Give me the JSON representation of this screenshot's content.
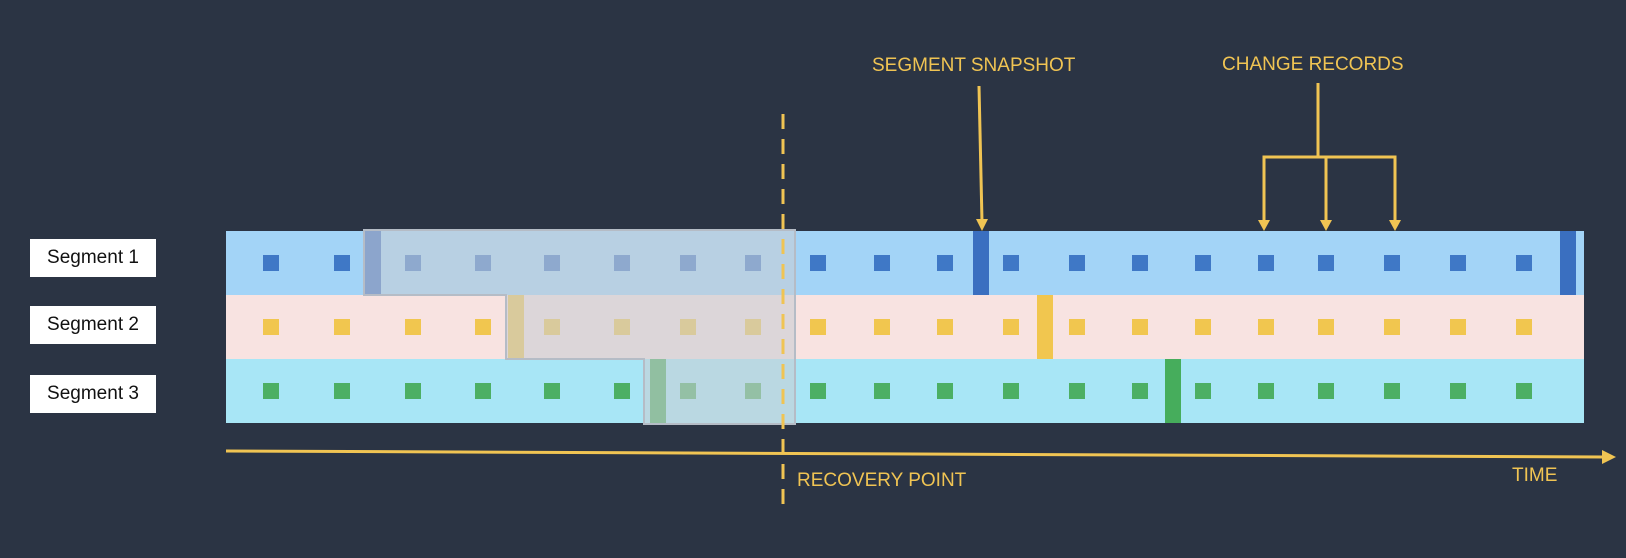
{
  "segments": [
    {
      "label": "Segment 1",
      "band_color": "#a3d4f7",
      "record_color": "#3f78c6",
      "snapshot_color": "#3a6fc0"
    },
    {
      "label": "Segment 2",
      "band_color": "#f8e3e1",
      "record_color": "#f1c64f",
      "snapshot_color": "#f1c64f"
    },
    {
      "label": "Segment 3",
      "band_color": "#a8e6f6",
      "record_color": "#4caf64",
      "snapshot_color": "#46ad5c"
    }
  ],
  "annotations": {
    "segment_snapshot": "SEGMENT SNAPSHOT",
    "change_records": "CHANGE RECORDS",
    "recovery_point": "RECOVERY POINT",
    "time": "TIME"
  },
  "colors": {
    "background": "#2b3444",
    "accent": "#f0c453",
    "overlay": "#c8cdd4"
  }
}
